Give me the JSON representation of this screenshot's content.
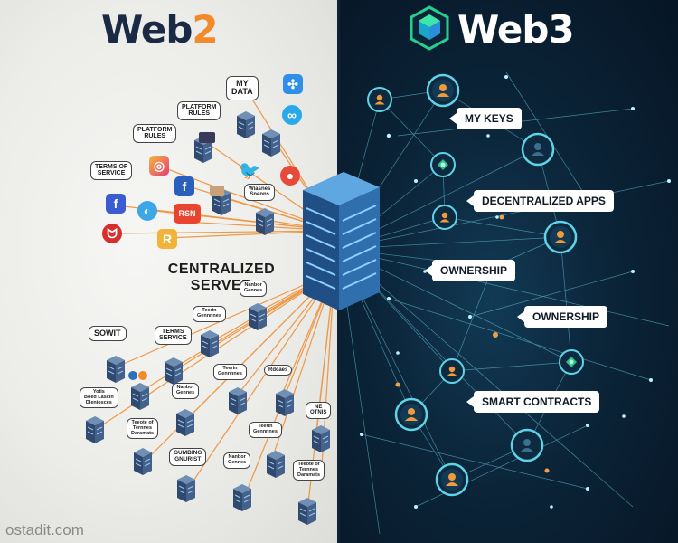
{
  "titles": {
    "web2_prefix": "Web",
    "web2_suffix": "2",
    "web3": "Web3"
  },
  "central_label": {
    "line1": "CENTRALIZED",
    "line2": "SERVER"
  },
  "left_bubbles": {
    "my_data": "MY\nDATA",
    "platform_rules_top": "PLATFORM\nRULES",
    "platform_rules_mid": "PLATFORM\nRULES",
    "terms_of_service": "TERMS OF\nSERVICE",
    "terms_service": "TERMS\nSERVICE",
    "sowit": "SOWIT",
    "gumbing_gnurist": "GUMBING\nGNURIST",
    "wiasnes": "Wiasnes\nSnenns",
    "rdcaes": "Rdcaes",
    "ne_otnis": "NE\nOTNIS",
    "nanbor_gennes": "Nanbor\nGennes",
    "teerin": "Teerin\nGennnnes",
    "yotis": "Yotis\nBoed Lascin\nDleniosces",
    "teeote": "Teeote of\nTernnes\nDaramats"
  },
  "right_pills": {
    "my_keys": "MY KEYS",
    "decentralized_apps": "DECENTRALIZED APPS",
    "ownership_1": "OWNERSHIP",
    "ownership_2": "OWNERSHIP",
    "smart_contracts": "SMART CONTRACTS"
  },
  "app_badges": {
    "rsn": "RSN",
    "r": "R",
    "facebook": "f"
  },
  "watermark": "ostadit.com",
  "colors": {
    "orange": "#f08a2a",
    "navy": "#1b2a44",
    "node_cyan": "#5fd4e8",
    "node_orange": "#f09a3a",
    "green": "#28c28a"
  }
}
